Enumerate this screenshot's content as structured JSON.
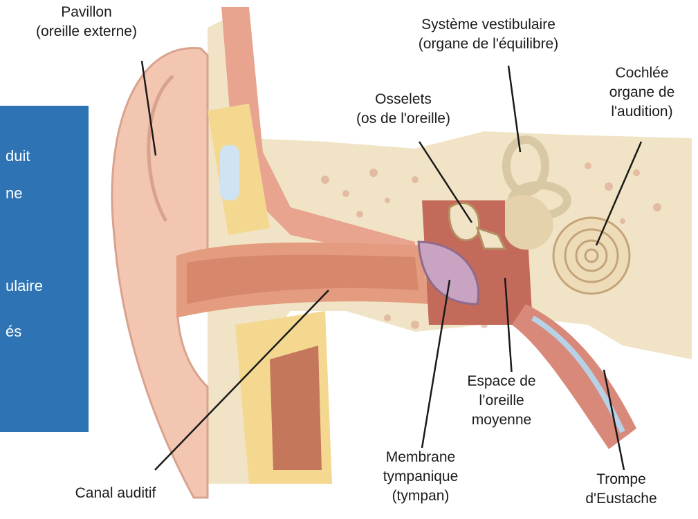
{
  "panel": {
    "lines": [
      "duit",
      "ne",
      "ulaire",
      "és"
    ]
  },
  "labels": {
    "pavillon": [
      "Pavillon",
      "(oreille externe)"
    ],
    "vestibulaire": [
      "Système vestibulaire",
      "(organe de l'équilibre)"
    ],
    "osselets": [
      "Osselets",
      "(os de l'oreille)"
    ],
    "cochlee": [
      "Cochlée",
      "organe de",
      "l'audition)"
    ],
    "espace": [
      "Espace de",
      "l’oreille",
      "moyenne"
    ],
    "membrane": [
      "Membrane",
      "tympanique",
      "(tympan)"
    ],
    "trompe": [
      "Trompe",
      "d'Eustache"
    ],
    "canal": [
      "Canal auditif"
    ]
  },
  "colors": {
    "panel": "#2e74b5",
    "skin": "#f2c6b0",
    "bone": "#f1e4c6",
    "tissue": "#d9897a",
    "eardrum": "#c8a3c2",
    "leader": "#1a1a1a"
  }
}
